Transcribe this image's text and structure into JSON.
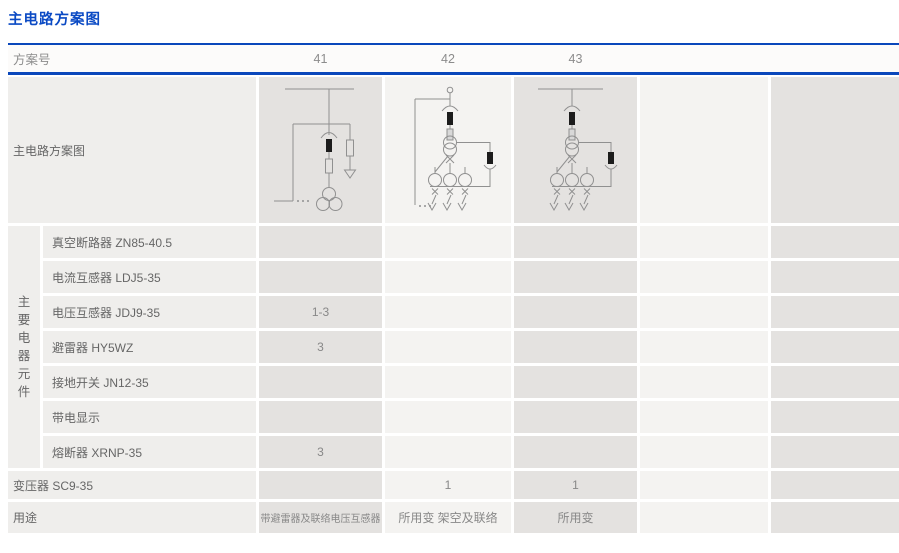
{
  "title": "主电路方案图",
  "header": {
    "label": "方案号",
    "schemes": [
      "41",
      "42",
      "43"
    ]
  },
  "diagram_row_label": "主电路方案图",
  "component_group_label": "主要电器元件",
  "components": [
    {
      "name": "真空断路器 ZN85-40.5",
      "values": [
        "",
        "",
        ""
      ]
    },
    {
      "name": "电流互感器 LDJ5-35",
      "values": [
        "",
        "",
        ""
      ]
    },
    {
      "name": "电压互感器 JDJ9-35",
      "values": [
        "1-3",
        "",
        ""
      ]
    },
    {
      "name": "避雷器 HY5WZ",
      "values": [
        "3",
        "",
        ""
      ]
    },
    {
      "name": "接地开关 JN12-35",
      "values": [
        "",
        "",
        ""
      ]
    },
    {
      "name": "带电显示",
      "values": [
        "",
        "",
        ""
      ]
    },
    {
      "name": "熔断器 XRNP-35",
      "values": [
        "3",
        "",
        ""
      ]
    }
  ],
  "transformer_row": {
    "name": "变压器 SC9-35",
    "values": [
      "",
      "1",
      "1"
    ]
  },
  "usage_row": {
    "name": "用途",
    "values": [
      "带避雷器及联络电压互感器",
      "所用变 架空及联络",
      "所用变"
    ]
  },
  "diagrams": [
    {
      "scheme": "41",
      "description": "busbar, disconnect contact, breaker, fuse, three-phase voltage transformer, arrester branch to ground, tie line"
    },
    {
      "scheme": "42",
      "description": "incoming terminal, contact, breaker, fuse, station transformer, arrester branch, three single-phase VTs with earthing arrows, tie line"
    },
    {
      "scheme": "43",
      "description": "busbar, contact, breaker, fuse, station transformer, arrester branch, three single-phase VTs with earthing arrows"
    }
  ],
  "colors": {
    "accent_blue": "#0a47bb",
    "title_blue": "#0b4ac4",
    "label_bg": "#efeeec",
    "cell_dark": "#e4e2e0",
    "cell_light": "#f4f3f1",
    "text": "#666666",
    "muted": "#8c8c8c"
  }
}
